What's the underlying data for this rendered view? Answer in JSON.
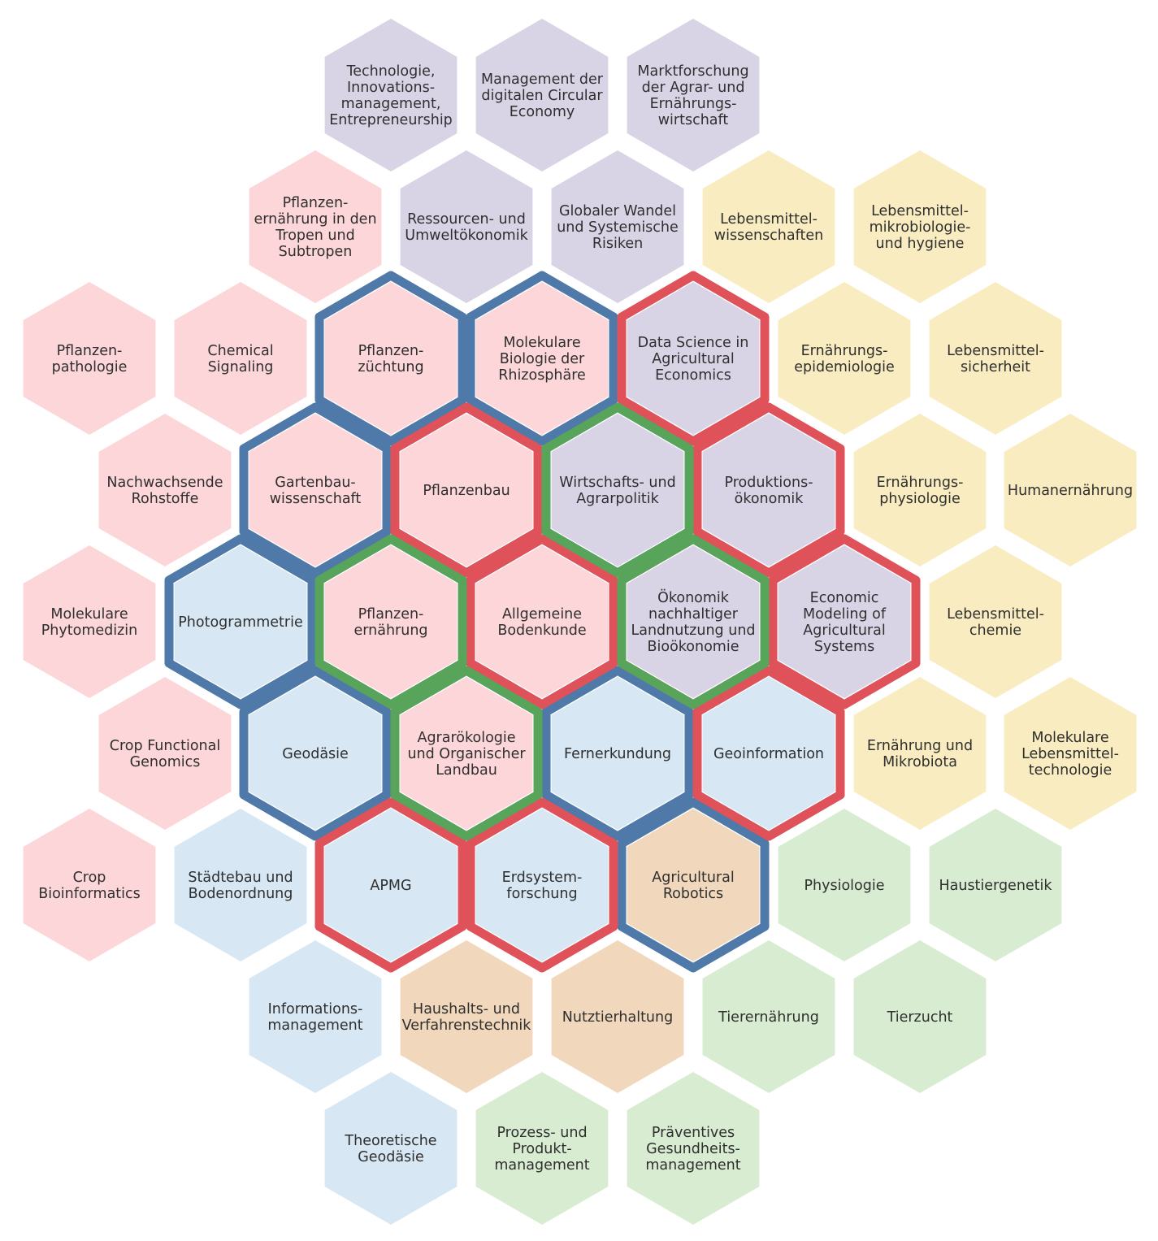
{
  "colors": {
    "purple": "#d9d3e6",
    "pink": "#fcd6d8",
    "yellow": "#f8ecc0",
    "blue": "#d7e7f3",
    "orange": "#f1d7bb",
    "green": "#d7ecd1",
    "outline_blue": "#4e79a9",
    "outline_red": "#e0525a",
    "outline_green": "#57a45a"
  },
  "cells": [
    {
      "id": "technologie",
      "color": "purple",
      "lines": [
        "Technologie,",
        "Innovations-",
        "management,",
        "Entrepreneurship"
      ]
    },
    {
      "id": "management-circular-economy",
      "color": "purple",
      "lines": [
        "Management der",
        "digitalen Circular",
        "Economy"
      ]
    },
    {
      "id": "marktforschung",
      "color": "purple",
      "lines": [
        "Marktforschung",
        "der Agrar- und",
        "Ernährungs-",
        "wirtschaft"
      ]
    },
    {
      "id": "pflanzenernaehrung-tropen",
      "color": "pink",
      "lines": [
        "Pflanzen-",
        "ernährung in den",
        "Tropen und",
        "Subtropen"
      ]
    },
    {
      "id": "ressourcen-umweltoekonomik",
      "color": "purple",
      "lines": [
        "Ressourcen- und",
        "Umweltökonomik"
      ]
    },
    {
      "id": "globaler-wandel",
      "color": "purple",
      "lines": [
        "Globaler Wandel",
        "und Systemische",
        "Risiken"
      ]
    },
    {
      "id": "lebensmittelwissenschaften",
      "color": "yellow",
      "lines": [
        "Lebensmittel-",
        "wissenschaften"
      ]
    },
    {
      "id": "lebensmittelmikrobiologie",
      "color": "yellow",
      "lines": [
        "Lebensmittel-",
        "mikrobiologie-",
        "und hygiene"
      ]
    },
    {
      "id": "pflanzenpathologie",
      "color": "pink",
      "lines": [
        "Pflanzen-",
        "pathologie"
      ]
    },
    {
      "id": "chemical-signaling",
      "color": "pink",
      "lines": [
        "Chemical",
        "Signaling"
      ]
    },
    {
      "id": "pflanzenzuechtung",
      "color": "pink",
      "lines": [
        "Pflanzen-",
        "züchtung"
      ]
    },
    {
      "id": "molekulare-biologie-rhizosphaere",
      "color": "pink",
      "lines": [
        "Molekulare",
        "Biologie der",
        "Rhizosphäre"
      ]
    },
    {
      "id": "data-science",
      "color": "purple",
      "lines": [
        "Data Science in",
        "Agricultural",
        "Economics"
      ]
    },
    {
      "id": "ernaehrungsepidemiologie",
      "color": "yellow",
      "lines": [
        "Ernährungs-",
        "epidemiologie"
      ]
    },
    {
      "id": "lebensmittelsicherheit",
      "color": "yellow",
      "lines": [
        "Lebensmittel-",
        "sicherheit"
      ]
    },
    {
      "id": "nachwachsende-rohstoffe",
      "color": "pink",
      "lines": [
        "Nachwachsende",
        "Rohstoffe"
      ]
    },
    {
      "id": "gartenbauwissenschaft",
      "color": "pink",
      "lines": [
        "Gartenbau-",
        "wissenschaft"
      ]
    },
    {
      "id": "pflanzenbau",
      "color": "pink",
      "lines": [
        "Pflanzenbau"
      ]
    },
    {
      "id": "wirtschafts-agrarpolitik",
      "color": "purple",
      "lines": [
        "Wirtschafts- und",
        "Agrarpolitik"
      ]
    },
    {
      "id": "produktionsoekonomik",
      "color": "purple",
      "lines": [
        "Produktions-",
        "ökonomik"
      ]
    },
    {
      "id": "ernaehrungsphysiologie",
      "color": "yellow",
      "lines": [
        "Ernährungs-",
        "physiologie"
      ]
    },
    {
      "id": "humanernaehrung",
      "color": "yellow",
      "lines": [
        "Humanernährung"
      ]
    },
    {
      "id": "molekulare-phytomedizin",
      "color": "pink",
      "lines": [
        "Molekulare",
        "Phytomedizin"
      ]
    },
    {
      "id": "photogrammetrie",
      "color": "blue",
      "lines": [
        "Photogrammetrie"
      ]
    },
    {
      "id": "pflanzenernaehrung",
      "color": "pink",
      "lines": [
        "Pflanzen-",
        "ernährung"
      ]
    },
    {
      "id": "allgemeine-bodenkunde",
      "color": "pink",
      "lines": [
        "Allgemeine",
        "Bodenkunde"
      ]
    },
    {
      "id": "oekonomik-landnutzung",
      "color": "purple",
      "lines": [
        "Ökonomik",
        "nachhaltiger",
        "Landnutzung und",
        "Bioökonomie"
      ]
    },
    {
      "id": "economic-modeling",
      "color": "purple",
      "lines": [
        "Economic",
        "Modeling of",
        "Agricultural",
        "Systems"
      ]
    },
    {
      "id": "lebensmittelchemie",
      "color": "yellow",
      "lines": [
        "Lebensmittel-",
        "chemie"
      ]
    },
    {
      "id": "crop-functional-genomics",
      "color": "pink",
      "lines": [
        "Crop Functional",
        "Genomics"
      ]
    },
    {
      "id": "geodaesie",
      "color": "blue",
      "lines": [
        "Geodäsie"
      ]
    },
    {
      "id": "agraroekologie",
      "color": "pink",
      "lines": [
        "Agrarökologie",
        "und Organischer",
        "Landbau"
      ]
    },
    {
      "id": "fernerkundung",
      "color": "blue",
      "lines": [
        "Fernerkundung"
      ]
    },
    {
      "id": "geoinformation",
      "color": "blue",
      "lines": [
        "Geoinformation"
      ]
    },
    {
      "id": "ernaehrung-mikrobiota",
      "color": "yellow",
      "lines": [
        "Ernährung und",
        "Mikrobiota"
      ]
    },
    {
      "id": "molekulare-lebensmitteltechnologie",
      "color": "yellow",
      "lines": [
        "Molekulare",
        "Lebensmittel-",
        "technologie"
      ]
    },
    {
      "id": "crop-bioinformatics",
      "color": "pink",
      "lines": [
        "Crop",
        "Bioinformatics"
      ]
    },
    {
      "id": "staedtebau",
      "color": "blue",
      "lines": [
        "Städtebau und",
        "Bodenordnung"
      ]
    },
    {
      "id": "apmg",
      "color": "blue",
      "lines": [
        "APMG"
      ]
    },
    {
      "id": "erdsystemforschung",
      "color": "blue",
      "lines": [
        "Erdsystem-",
        "forschung"
      ]
    },
    {
      "id": "agricultural-robotics",
      "color": "orange",
      "lines": [
        "Agricultural",
        "Robotics"
      ]
    },
    {
      "id": "physiologie",
      "color": "green",
      "lines": [
        "Physiologie"
      ]
    },
    {
      "id": "haustiergenetik",
      "color": "green",
      "lines": [
        "Haustiergenetik"
      ]
    },
    {
      "id": "informationsmanagement",
      "color": "blue",
      "lines": [
        "Informations-",
        "management"
      ]
    },
    {
      "id": "haushalts-verfahrenstechnik",
      "color": "orange",
      "lines": [
        "Haushalts- und",
        "Verfahrenstechnik"
      ]
    },
    {
      "id": "nutztierhaltung",
      "color": "orange",
      "lines": [
        "Nutztierhaltung"
      ]
    },
    {
      "id": "tierernaehrung",
      "color": "green",
      "lines": [
        "Tierernährung"
      ]
    },
    {
      "id": "tierzucht",
      "color": "green",
      "lines": [
        "Tierzucht"
      ]
    },
    {
      "id": "theoretische-geodaesie",
      "color": "blue",
      "lines": [
        "Theoretische",
        "Geodäsie"
      ]
    },
    {
      "id": "prozess-produktmanagement",
      "color": "green",
      "lines": [
        "Prozess- und",
        "Produkt-",
        "management"
      ]
    },
    {
      "id": "praeventives-gesundheitsmanagement",
      "color": "green",
      "lines": [
        "Präventives",
        "Gesundheits-",
        "management"
      ]
    }
  ]
}
